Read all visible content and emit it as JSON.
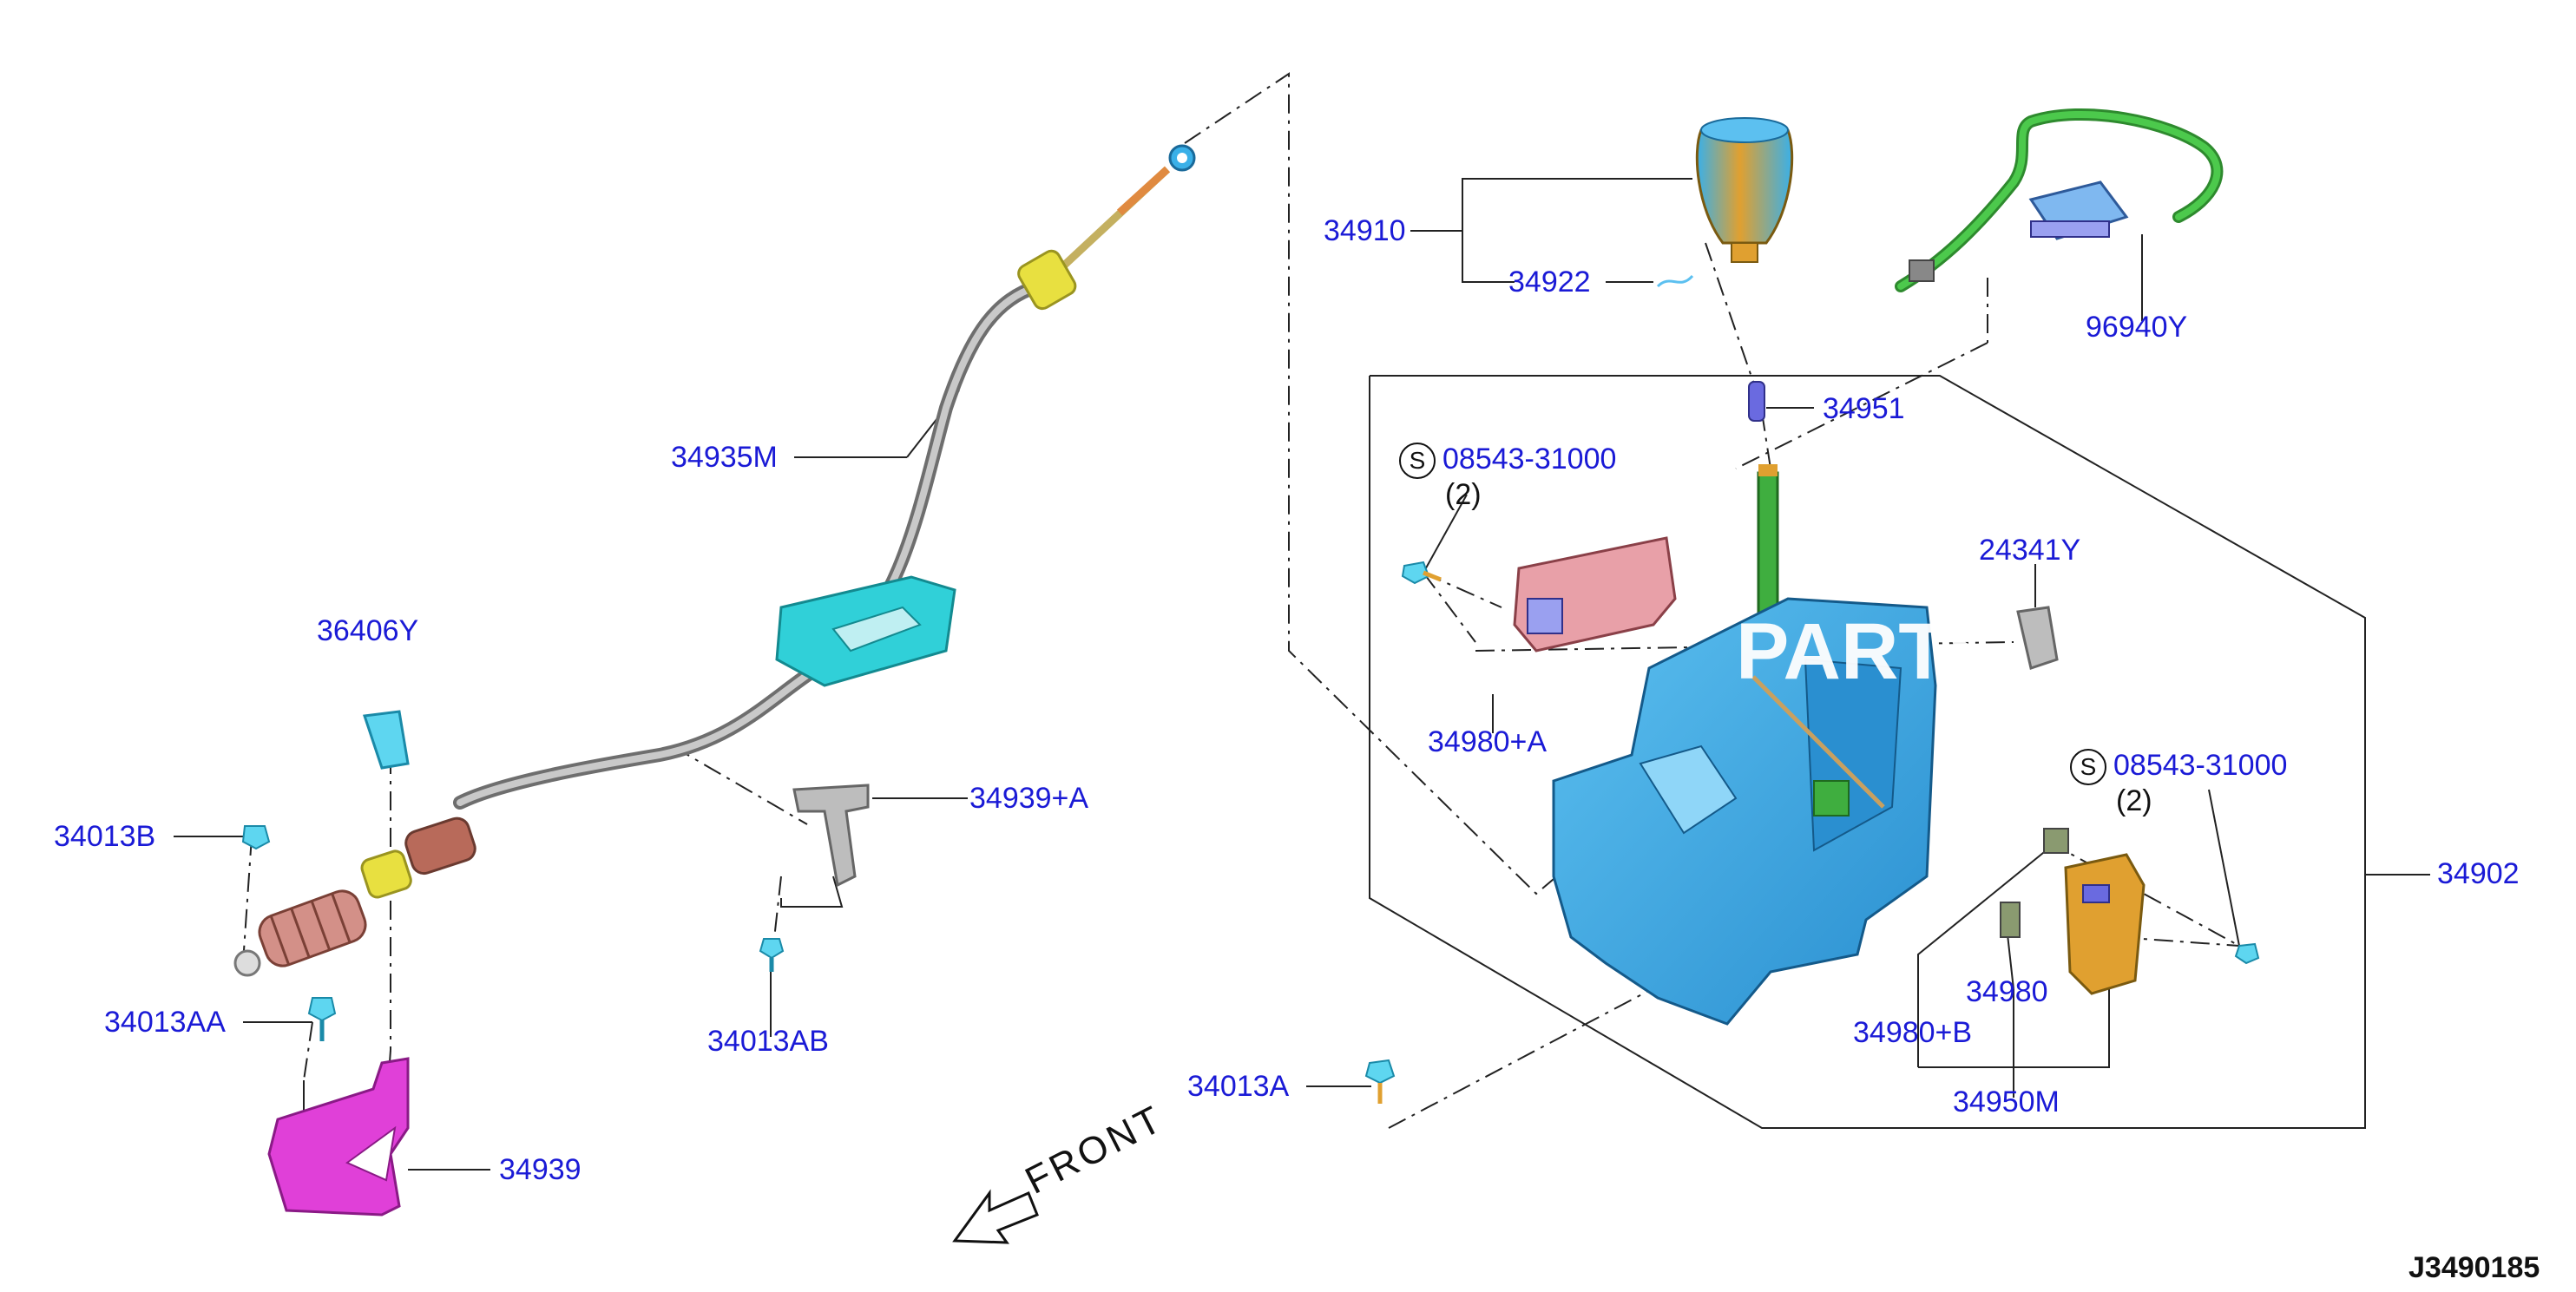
{
  "diagram": {
    "reference_code": "J3490185",
    "direction_label": "FRONT",
    "watermark": "PARTS",
    "standard_symbol": "S",
    "parts": [
      {
        "id": "p34935M",
        "label": "34935M"
      },
      {
        "id": "p36406Y",
        "label": "36406Y"
      },
      {
        "id": "p34013B",
        "label": "34013B"
      },
      {
        "id": "p34939A",
        "label": "34939+A"
      },
      {
        "id": "p34013AA",
        "label": "34013AA"
      },
      {
        "id": "p34013AB",
        "label": "34013AB"
      },
      {
        "id": "p34939",
        "label": "34939"
      },
      {
        "id": "p34910",
        "label": "34910"
      },
      {
        "id": "p34922",
        "label": "34922"
      },
      {
        "id": "p96940Y",
        "label": "96940Y"
      },
      {
        "id": "p34951",
        "label": "34951"
      },
      {
        "id": "p08543a",
        "label": "08543-31000"
      },
      {
        "id": "p24341Y",
        "label": "24341Y"
      },
      {
        "id": "p34980A",
        "label": "34980+A"
      },
      {
        "id": "p08543b",
        "label": "08543-31000"
      },
      {
        "id": "p34902",
        "label": "34902"
      },
      {
        "id": "p34980",
        "label": "34980"
      },
      {
        "id": "p34980B",
        "label": "34980+B"
      },
      {
        "id": "p34950M",
        "label": "34950M"
      },
      {
        "id": "p34013A",
        "label": "34013A"
      }
    ],
    "quantities": {
      "q1": "(2)",
      "q2": "(2)"
    },
    "colors": {
      "label": "#1a1ad6",
      "housing": "#3aa6e6",
      "cable": "#9a9a9a",
      "bracket_magenta": "#e040d8",
      "rod_green": "#3fae3f",
      "harness_green": "#4cc94c",
      "knob_gold": "#e0a030",
      "knob_blue": "#3ab0e8",
      "boot_cyan": "#30d0d8",
      "bushing_brown": "#b86a5a",
      "clip_yellow": "#e8e040",
      "module_lavender": "#9aa0f0",
      "sensor_orange": "#e0a030"
    }
  }
}
